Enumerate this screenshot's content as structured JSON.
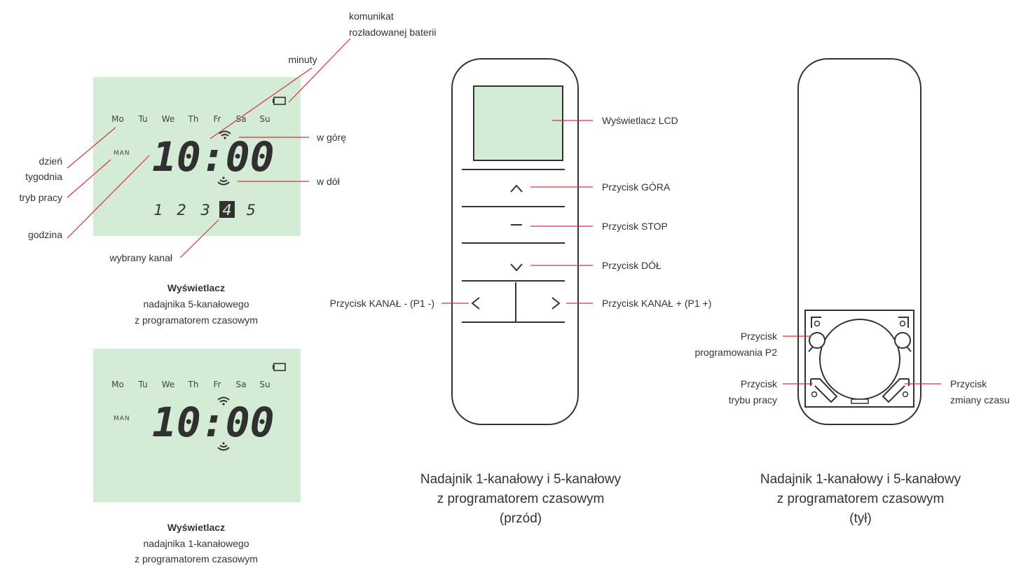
{
  "lcd1": {
    "days": [
      "Mo",
      "Tu",
      "We",
      "Th",
      "Fr",
      "Sa",
      "Su"
    ],
    "mode": "MAN",
    "clock": "10:00",
    "channels": [
      "1",
      "2",
      "3",
      "4",
      "5"
    ],
    "selected_channel": "4"
  },
  "lcd2": {
    "days": [
      "Mo",
      "Tu",
      "We",
      "Th",
      "Fr",
      "Sa",
      "Su"
    ],
    "mode": "MAN",
    "clock": "10:00"
  },
  "callouts": {
    "battery": [
      "komunikat",
      "rozładowanej baterii"
    ],
    "minutes": "minuty",
    "up": "w górę",
    "down": "w dół",
    "day": [
      "dzień",
      "tygodnia"
    ],
    "mode": "tryb pracy",
    "hour": "godzina",
    "channel": "wybrany kanał"
  },
  "caption_lcd1": [
    "Wyświetlacz",
    "nadajnika 5-kanałowego",
    "z programatorem czasowym"
  ],
  "caption_lcd2": [
    "Wyświetlacz",
    "nadajnika 1-kanałowego",
    "z programatorem czasowym"
  ],
  "front": {
    "lcd": "Wyświetlacz LCD",
    "up_button": "Przycisk GÓRA",
    "stop_button": "Przycisk STOP",
    "down_button": "Przycisk DÓŁ",
    "channel_minus": "Przycisk KANAŁ - (P1 -)",
    "channel_plus": "Przycisk KANAŁ + (P1 +)",
    "caption": [
      "Nadajnik 1-kanałowy i 5-kanałowy",
      "z programatorem czasowym",
      "(przód)"
    ]
  },
  "back": {
    "p2_button": [
      "Przycisk",
      "programowania P2"
    ],
    "mode_button": [
      "Przycisk",
      "trybu pracy"
    ],
    "time_button": [
      "Przycisk",
      "zmiany czasu"
    ],
    "caption": [
      "Nadajnik 1-kanałowy i 5-kanałowy",
      "z programatorem czasowym",
      "(tył)"
    ]
  },
  "colors": {
    "lcd_background": "#d4ebd6",
    "callout_line": "#d9303b",
    "outline": "#333333"
  }
}
